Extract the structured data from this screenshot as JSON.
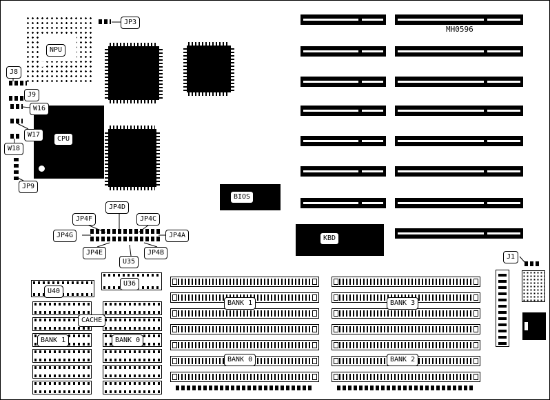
{
  "board": {
    "part_number": "MH0596"
  },
  "labels": {
    "jp3": "JP3",
    "j8": "J8",
    "j9": "J9",
    "w16": "W16",
    "w17": "W17",
    "w18": "W18",
    "npu": "NPU",
    "cpu": "CPU",
    "jp9": "JP9",
    "jp4d": "JP4D",
    "jp4f": "JP4F",
    "jp4c": "JP4C",
    "jp4g": "JP4G",
    "jp4a": "JP4A",
    "jp4e": "JP4E",
    "jp4b": "JP4B",
    "u35": "U35",
    "u36": "U36",
    "u40": "U40",
    "bios": "BIOS",
    "kbd": "KBD",
    "cache": "CACHE",
    "cache_bank_1": "BANK 1",
    "cache_bank_0": "BANK 0",
    "simm_bank_1": "BANK 1",
    "simm_bank_0": "BANK 0",
    "simm_bank_3": "BANK 3",
    "simm_bank_2": "BANK 2",
    "j1": "J1"
  },
  "colors": {
    "chip": "#000000",
    "board": "#ffffff",
    "outline": "#000000"
  }
}
